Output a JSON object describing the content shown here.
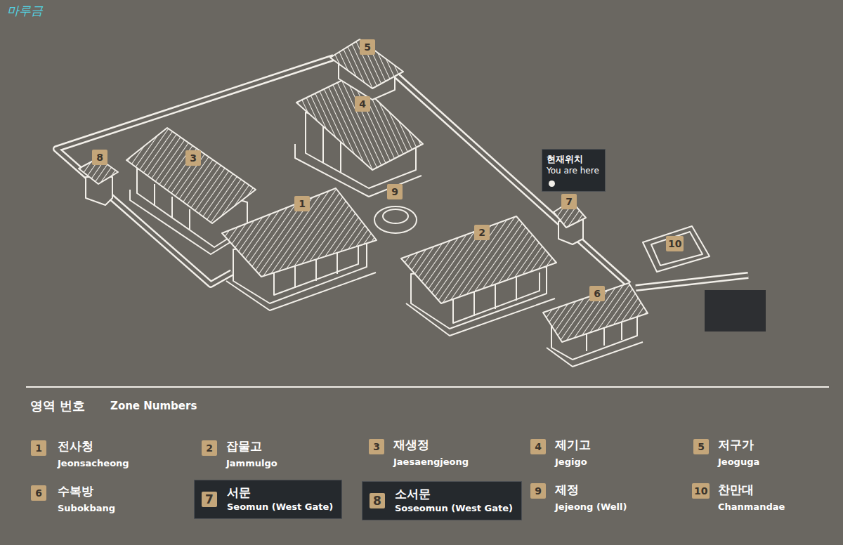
{
  "diagram": {
    "nodes": [
      {
        "text": [
          "5"
        ]
      },
      {
        "text": [
          "4"
        ]
      },
      {
        "text": [
          "8"
        ]
      },
      {
        "text": [
          "3"
        ]
      },
      {
        "text": [
          "현재위치",
          "You are here"
        ]
      },
      {
        "text": [
          "9"
        ]
      },
      {
        "text": [
          "7"
        ]
      },
      {
        "text": [
          "1"
        ]
      },
      {
        "text": [
          "2"
        ]
      },
      {
        "text": [
          "10"
        ]
      },
      {
        "text": [
          "6"
        ]
      },
      {
        "text": [
          "1"
        ]
      },
      {
        "text": [
          "2"
        ]
      },
      {
        "text": [
          "3"
        ]
      },
      {
        "text": [
          "4"
        ]
      },
      {
        "text": [
          "5"
        ]
      },
      {
        "text": [
          "6"
        ]
      },
      {
        "text": [
          "서문",
          "Seomun (West Gate)"
        ]
      },
      {
        "text": [
          "7"
        ],
        "in": 17
      },
      {
        "text": [
          "소서문",
          "Soseomun (West Gate)"
        ]
      },
      {
        "text": [
          "8"
        ],
        "in": 19
      },
      {
        "text": [
          "9"
        ]
      },
      {
        "text": [
          "10"
        ]
      }
    ],
    "labels": [
      "마루금",
      "영역 번호",
      "Zone Numbers",
      "전사청",
      "Jeonsacheong",
      "잡물고",
      "Jammulgo",
      "재생정",
      "Jaesaengjeong",
      "제기고",
      "Jegigo",
      "저구가",
      "Jeoguga",
      "수복방",
      "Subokbang",
      "제정",
      "Jejeong (Well)",
      "찬만대",
      "Chanmandae"
    ]
  }
}
